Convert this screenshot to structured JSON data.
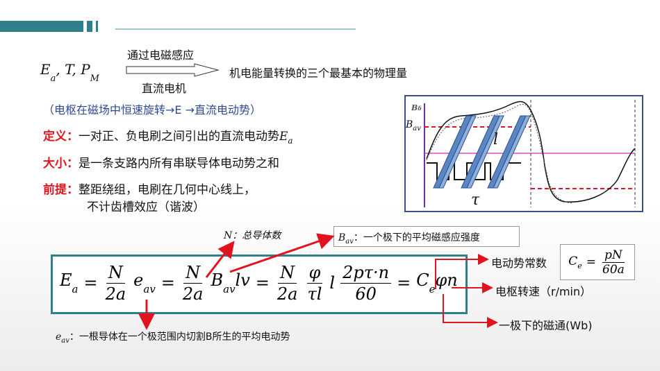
{
  "header": {
    "accent": "#2e7f8c"
  },
  "intro": {
    "symbols": "E",
    "symbols_sub": "a",
    "symbols_rest": ", T, P",
    "symbols_sub2": "M",
    "arrow_top": "通过电磁感应",
    "arrow_bottom": "直流电机",
    "description": "机电能量转换的三个最基本的物理量"
  },
  "note": "（电枢在磁场中恒速旋转→E →直流电动势）",
  "definition": {
    "label": "定义：",
    "text": "一对正、负电刷之间引出的直流电动势",
    "sym": "E",
    "sym_sub": "a"
  },
  "magnitude": {
    "label": "大小：",
    "text": "是一条支路内所有串联导体电动势之和"
  },
  "premise": {
    "label": "前提：",
    "line1": "整距绕组，电刷在几何中心线上，",
    "line2": "不计齿槽效应（谐波）"
  },
  "figure": {
    "b_delta": "B",
    "b_delta_sub": "δ",
    "b_av": "B",
    "b_av_sub": "av",
    "l": "l",
    "tau": "τ"
  },
  "annotations": {
    "n_label": "N：总导体数",
    "bav_label": "：一个极下的平均磁感应强度",
    "bav_sym": "B",
    "bav_sub": "av",
    "eav_label": "：一根导体在一个极范围内切割B所生的平均电动势",
    "eav_sym": "e",
    "eav_sub": "av",
    "emf_const": "电动势常数",
    "ce_sym": "C",
    "ce_sub": "e",
    "ce_eq": "=",
    "ce_num": "pN",
    "ce_den": "60a",
    "speed": "电枢转速（r/min）",
    "flux": "一极下的磁通(Wb)"
  },
  "formula": {
    "Ea": "E",
    "Ea_sub": "a",
    "eq": "=",
    "f1_num": "N",
    "f1_den": "2a",
    "eav": "e",
    "eav_sub": "av",
    "f2_num": "N",
    "f2_den": "2a",
    "bav": "B",
    "bav_sub": "av",
    "lv": "lv",
    "f3_num": "N",
    "f3_den": "2a",
    "f4_num": "φ",
    "f4_den": "τl",
    "l": "l",
    "f5_num": "2pτ·n",
    "f5_den": "60",
    "ce": "C",
    "ce_sub": "e",
    "phin": "φn"
  }
}
